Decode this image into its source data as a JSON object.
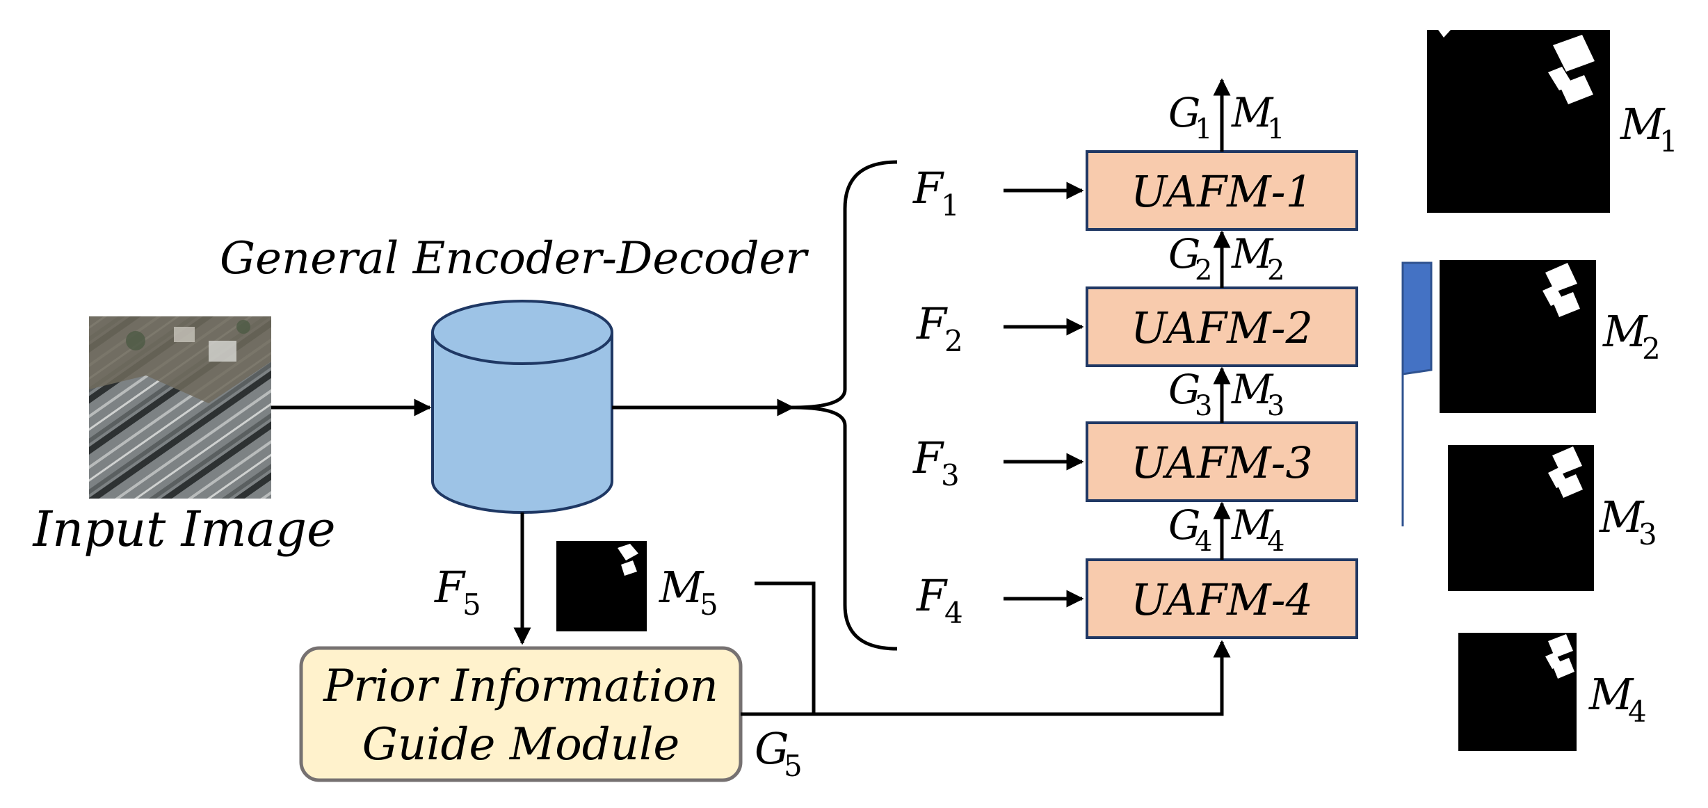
{
  "input": {
    "label": "Input Image"
  },
  "encoder": {
    "label": "General Encoder-Decoder",
    "color": "#9dc3e6",
    "border": "#1f3864"
  },
  "prior_module": {
    "line1": "Prior Information",
    "line2": "Guide Module",
    "fill": "#fff2cc",
    "border": "#767171"
  },
  "uafm": {
    "fill": "#f8cbad",
    "border": "#203864",
    "blocks": [
      {
        "label": "UAFM-1"
      },
      {
        "label": "UAFM-2"
      },
      {
        "label": "UAFM-3"
      },
      {
        "label": "UAFM-4"
      }
    ]
  },
  "features": [
    {
      "base": "F",
      "sub": "1"
    },
    {
      "base": "F",
      "sub": "2"
    },
    {
      "base": "F",
      "sub": "3"
    },
    {
      "base": "F",
      "sub": "4"
    },
    {
      "base": "F",
      "sub": "5"
    }
  ],
  "guides": [
    {
      "g": "G",
      "g_sub": "1",
      "m": "M",
      "m_sub": "1"
    },
    {
      "g": "G",
      "g_sub": "2",
      "m": "M",
      "m_sub": "2"
    },
    {
      "g": "G",
      "g_sub": "3",
      "m": "M",
      "m_sub": "3"
    },
    {
      "g": "G",
      "g_sub": "4",
      "m": "M",
      "m_sub": "4"
    }
  ],
  "g5": {
    "base": "G",
    "sub": "5"
  },
  "m5": {
    "base": "M",
    "sub": "5"
  },
  "masks": [
    {
      "base": "M",
      "sub": "1"
    },
    {
      "base": "M",
      "sub": "2"
    },
    {
      "base": "M",
      "sub": "3"
    },
    {
      "base": "M",
      "sub": "4"
    }
  ],
  "big_arrow": {
    "color": "#4472c4",
    "border": "#2f528f"
  }
}
